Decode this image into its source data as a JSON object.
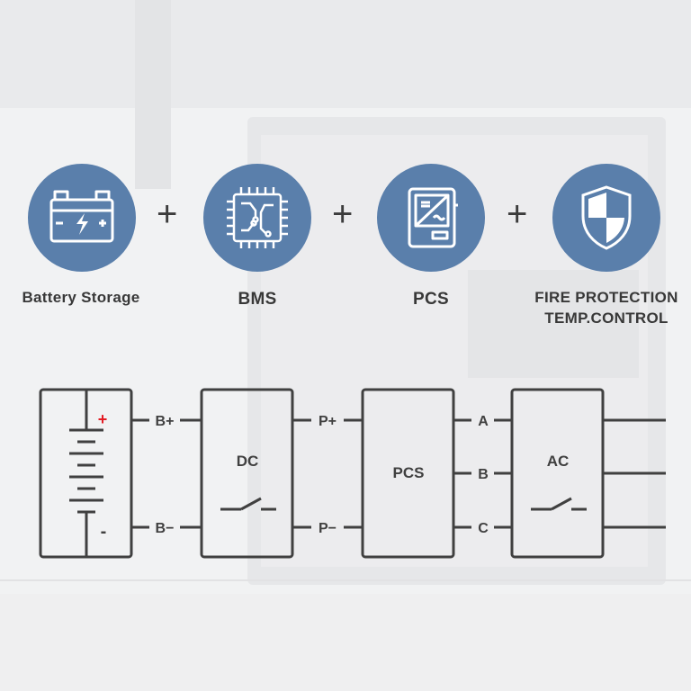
{
  "colors": {
    "circle": "#5a7fab",
    "line": "#404040",
    "plus_red": "#e31b23",
    "background": "#f1f2f3"
  },
  "components": [
    {
      "label": "Battery Storage",
      "icon": "battery-icon"
    },
    {
      "label": "BMS",
      "icon": "chip-icon"
    },
    {
      "label": "PCS",
      "icon": "inverter-icon"
    },
    {
      "label_line1": "FIRE PROTECTION",
      "label_line2": "TEMP.CONTROL",
      "icon": "shield-icon"
    }
  ],
  "plus_sign": "+",
  "diagram": {
    "battery": {
      "plus": "+",
      "minus": "-"
    },
    "battery_terminals": {
      "top": "B+",
      "bottom": "B−"
    },
    "dc_block": {
      "label": "DC"
    },
    "dc_terminals": {
      "top": "P+",
      "bottom": "P−"
    },
    "pcs_block": {
      "label": "PCS"
    },
    "phases": [
      "A",
      "B",
      "C"
    ],
    "ac_block": {
      "label": "AC"
    }
  }
}
